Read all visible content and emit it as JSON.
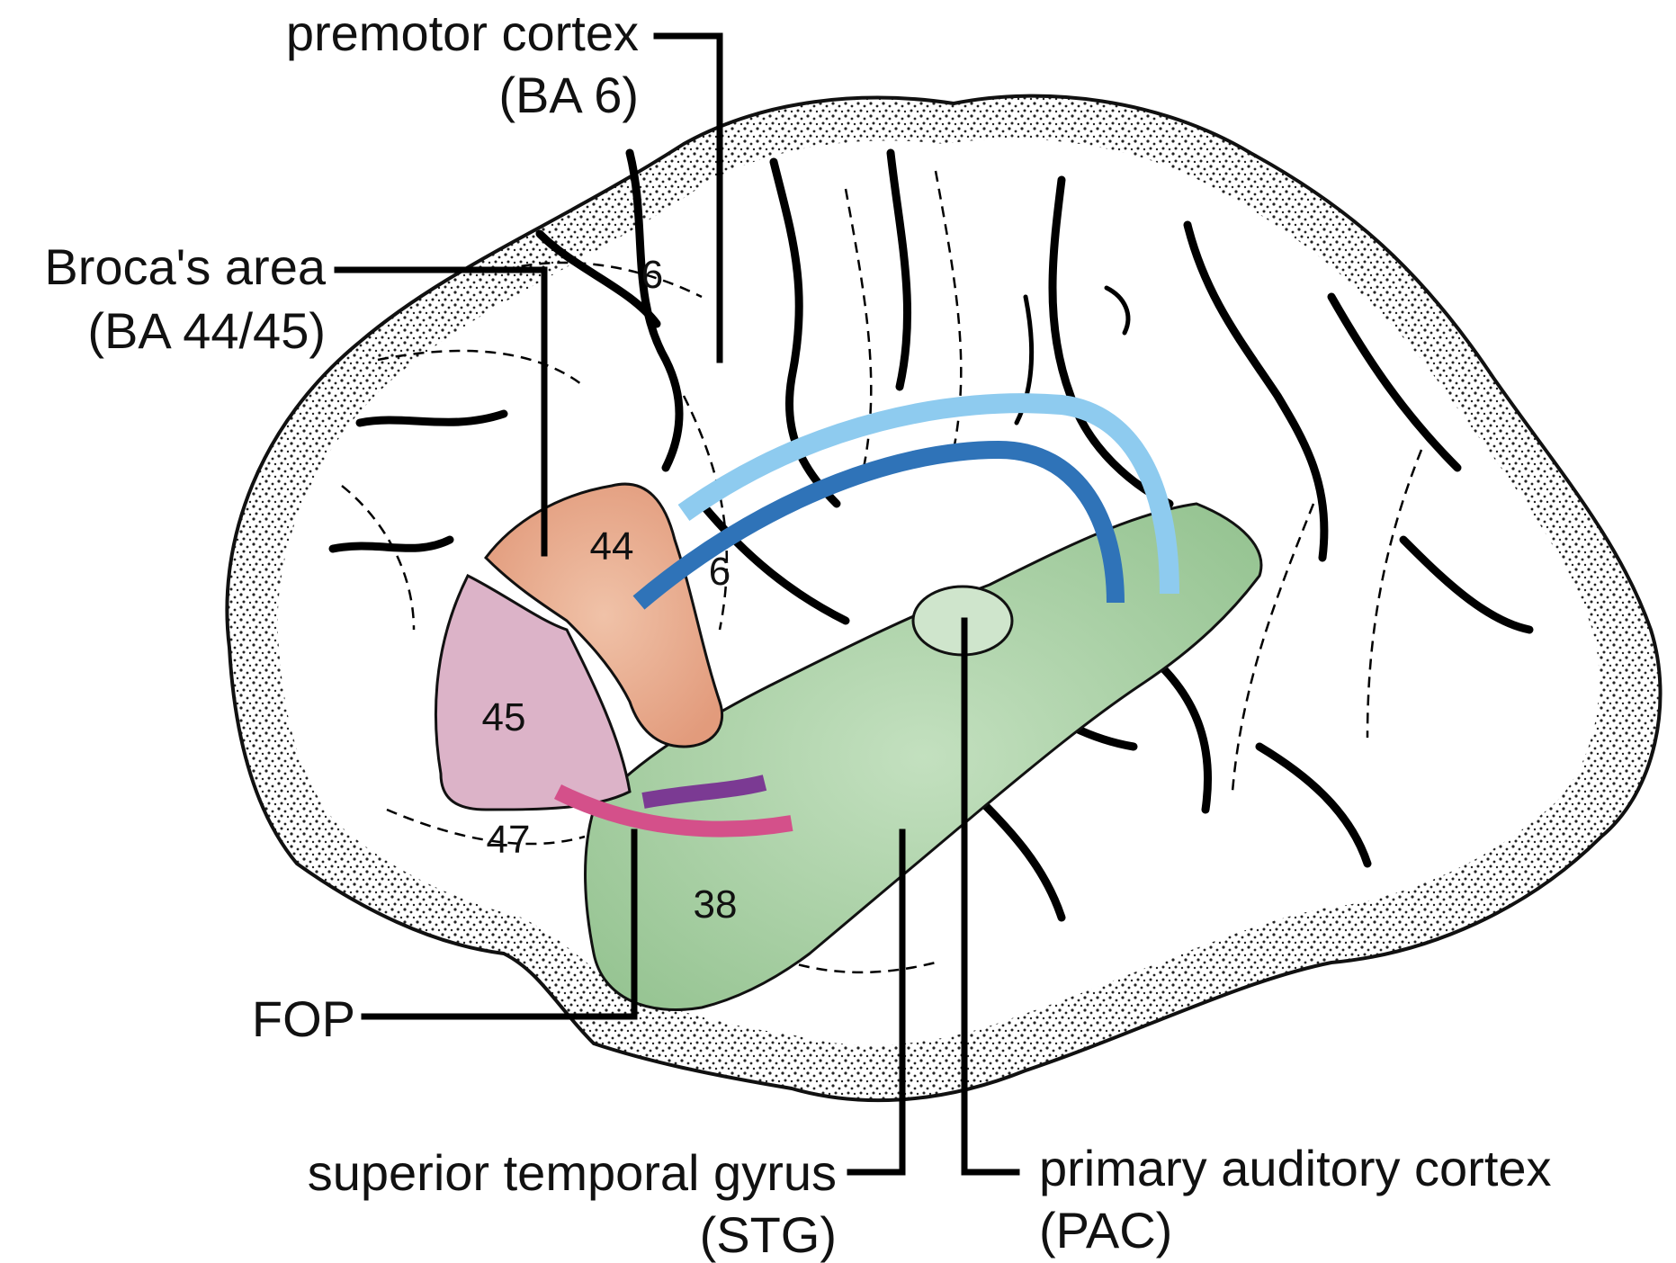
{
  "labels": {
    "premotor_line1": "premotor cortex",
    "premotor_line2": "(BA 6)",
    "broca_line1": "Broca's area",
    "broca_line2": "(BA 44/45)",
    "fop": "FOP",
    "stg_line1": "superior temporal gyrus",
    "stg_line2": "(STG)",
    "pac_line1": "primary auditory cortex",
    "pac_line2": "(PAC)"
  },
  "areas": {
    "ba6_upper": "6",
    "ba6_lower": "6",
    "ba44": "44",
    "ba45": "45",
    "ba47": "47",
    "ba38": "38"
  },
  "colors": {
    "ba44": "#e8a88a",
    "ba45": "#dcb3c8",
    "stg": "#a8cfa4",
    "pac": "#cfe5cc",
    "tract_light_blue": "#8ecbef",
    "tract_dark_blue": "#2f73b8",
    "tract_purple": "#7b3a93",
    "tract_pink": "#d4508a"
  }
}
